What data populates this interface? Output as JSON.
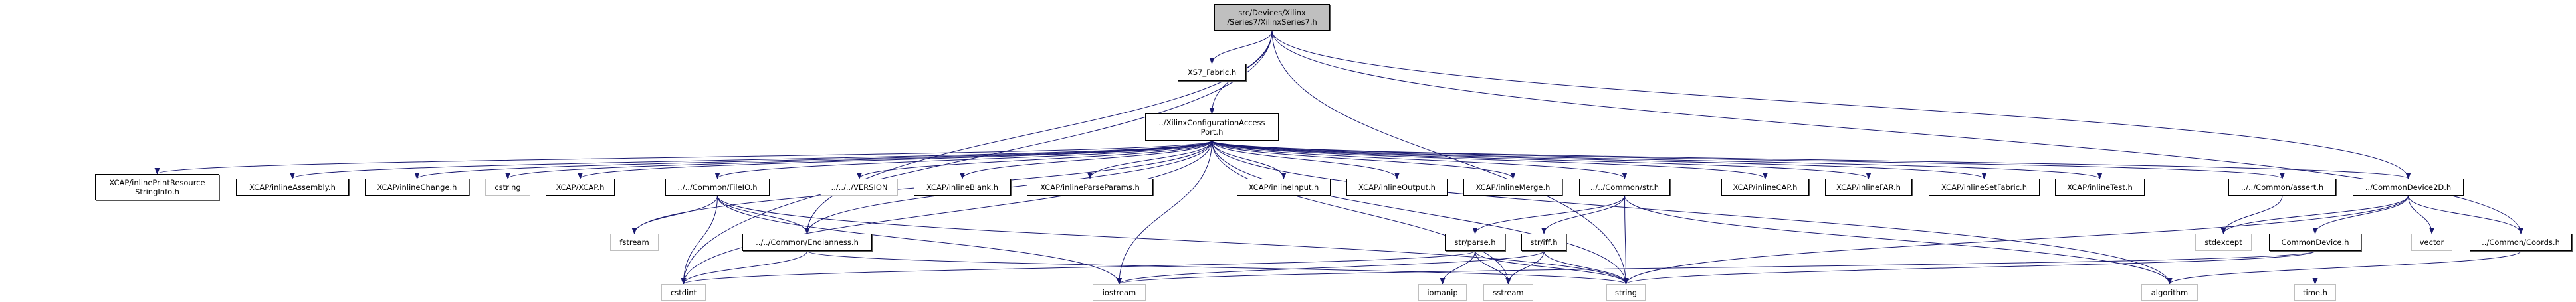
{
  "diagram": {
    "type": "include-dependency-graph",
    "edge_color": "#191970",
    "root_fill": "#bfbfbf",
    "system_border": "#bfbfbf",
    "nodes": [
      {
        "id": "root",
        "label": "src/Devices/Xilinx\n/Series7/XilinxSeries7.h",
        "kind": "root"
      },
      {
        "id": "fabric",
        "label": "XS7_Fabric.h",
        "kind": "local"
      },
      {
        "id": "port",
        "label": "../XilinxConfigurationAccess\nPort.h",
        "kind": "local"
      },
      {
        "id": "print",
        "label": "XCAP/inlinePrintResource\nStringInfo.h",
        "kind": "local"
      },
      {
        "id": "assembly",
        "label": "XCAP/inlineAssembly.h",
        "kind": "local"
      },
      {
        "id": "change",
        "label": "XCAP/inlineChange.h",
        "kind": "local"
      },
      {
        "id": "cstring",
        "label": "cstring",
        "kind": "system"
      },
      {
        "id": "xcap",
        "label": "XCAP/XCAP.h",
        "kind": "local"
      },
      {
        "id": "fileio",
        "label": "../../Common/FileIO.h",
        "kind": "local"
      },
      {
        "id": "version",
        "label": "../../../VERSION",
        "kind": "system"
      },
      {
        "id": "blank",
        "label": "XCAP/inlineBlank.h",
        "kind": "local"
      },
      {
        "id": "parseparams",
        "label": "XCAP/inlineParseParams.h",
        "kind": "local"
      },
      {
        "id": "input",
        "label": "XCAP/inlineInput.h",
        "kind": "local"
      },
      {
        "id": "output",
        "label": "XCAP/inlineOutput.h",
        "kind": "local"
      },
      {
        "id": "merge",
        "label": "XCAP/inlineMerge.h",
        "kind": "local"
      },
      {
        "id": "str",
        "label": "../../Common/str.h",
        "kind": "local"
      },
      {
        "id": "cap",
        "label": "XCAP/inlineCAP.h",
        "kind": "local"
      },
      {
        "id": "far",
        "label": "XCAP/inlineFAR.h",
        "kind": "local"
      },
      {
        "id": "setfabric",
        "label": "XCAP/inlineSetFabric.h",
        "kind": "local"
      },
      {
        "id": "test",
        "label": "XCAP/inlineTest.h",
        "kind": "local"
      },
      {
        "id": "assert",
        "label": "../../Common/assert.h",
        "kind": "local"
      },
      {
        "id": "cd2d",
        "label": "../CommonDevice2D.h",
        "kind": "local"
      },
      {
        "id": "fstream",
        "label": "fstream",
        "kind": "system"
      },
      {
        "id": "endian",
        "label": "../../Common/Endianness.h",
        "kind": "local"
      },
      {
        "id": "parse",
        "label": "str/parse.h",
        "kind": "local"
      },
      {
        "id": "iff",
        "label": "str/iff.h",
        "kind": "local"
      },
      {
        "id": "stdexcept",
        "label": "stdexcept",
        "kind": "system"
      },
      {
        "id": "commondevice",
        "label": "CommonDevice.h",
        "kind": "local"
      },
      {
        "id": "vector",
        "label": "vector",
        "kind": "system"
      },
      {
        "id": "coords",
        "label": "../Common/Coords.h",
        "kind": "local"
      },
      {
        "id": "cstdint",
        "label": "cstdint",
        "kind": "system"
      },
      {
        "id": "iostream",
        "label": "iostream",
        "kind": "system"
      },
      {
        "id": "iomanip",
        "label": "iomanip",
        "kind": "system"
      },
      {
        "id": "sstream",
        "label": "sstream",
        "kind": "system"
      },
      {
        "id": "string",
        "label": "string",
        "kind": "system"
      },
      {
        "id": "algorithm",
        "label": "algorithm",
        "kind": "system"
      },
      {
        "id": "timeh",
        "label": "time.h",
        "kind": "system"
      }
    ],
    "edges": [
      [
        "root",
        "fabric"
      ],
      [
        "root",
        "port"
      ],
      [
        "root",
        "cstdint"
      ],
      [
        "root",
        "endian"
      ],
      [
        "root",
        "string"
      ],
      [
        "root",
        "cd2d"
      ],
      [
        "root",
        "coords"
      ],
      [
        "fabric",
        "port"
      ],
      [
        "port",
        "print"
      ],
      [
        "port",
        "assembly"
      ],
      [
        "port",
        "change"
      ],
      [
        "port",
        "cstring"
      ],
      [
        "port",
        "xcap"
      ],
      [
        "port",
        "fileio"
      ],
      [
        "port",
        "version"
      ],
      [
        "port",
        "blank"
      ],
      [
        "port",
        "parseparams"
      ],
      [
        "port",
        "input"
      ],
      [
        "port",
        "output"
      ],
      [
        "port",
        "merge"
      ],
      [
        "port",
        "str"
      ],
      [
        "port",
        "cap"
      ],
      [
        "port",
        "far"
      ],
      [
        "port",
        "setfabric"
      ],
      [
        "port",
        "test"
      ],
      [
        "port",
        "assert"
      ],
      [
        "port",
        "cd2d"
      ],
      [
        "port",
        "fstream"
      ],
      [
        "port",
        "endian"
      ],
      [
        "port",
        "cstdint"
      ],
      [
        "port",
        "iostream"
      ],
      [
        "port",
        "sstream"
      ],
      [
        "port",
        "string"
      ],
      [
        "port",
        "algorithm"
      ],
      [
        "fileio",
        "fstream"
      ],
      [
        "fileio",
        "cstdint"
      ],
      [
        "fileio",
        "endian"
      ],
      [
        "fileio",
        "iostream"
      ],
      [
        "fileio",
        "string"
      ],
      [
        "endian",
        "cstdint"
      ],
      [
        "endian",
        "string"
      ],
      [
        "str",
        "parse"
      ],
      [
        "str",
        "iff"
      ],
      [
        "str",
        "string"
      ],
      [
        "str",
        "algorithm"
      ],
      [
        "parse",
        "cstdint"
      ],
      [
        "parse",
        "iomanip"
      ],
      [
        "parse",
        "sstream"
      ],
      [
        "parse",
        "string"
      ],
      [
        "iff",
        "iostream"
      ],
      [
        "iff",
        "sstream"
      ],
      [
        "iff",
        "string"
      ],
      [
        "assert",
        "stdexcept"
      ],
      [
        "cd2d",
        "stdexcept"
      ],
      [
        "cd2d",
        "commondevice"
      ],
      [
        "cd2d",
        "vector"
      ],
      [
        "cd2d",
        "coords"
      ],
      [
        "cd2d",
        "string"
      ],
      [
        "commondevice",
        "timeh"
      ],
      [
        "commondevice",
        "iostream"
      ],
      [
        "commondevice",
        "string"
      ],
      [
        "coords",
        "algorithm"
      ]
    ]
  }
}
